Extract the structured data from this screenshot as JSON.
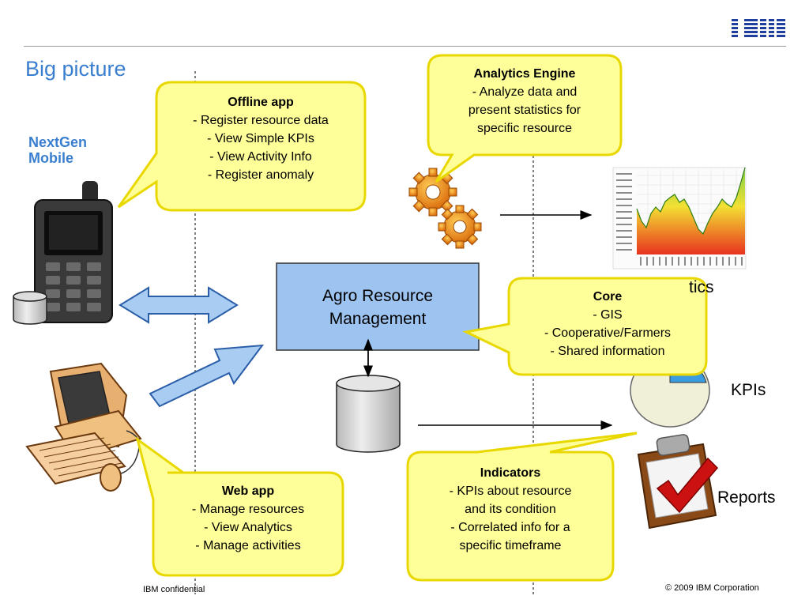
{
  "header": {
    "title": "Big picture",
    "logo_text": "IBM"
  },
  "nextgen_label": [
    "NextGen",
    "Mobile"
  ],
  "center_box": {
    "lines": [
      "Agro Resource",
      "Management"
    ]
  },
  "callouts": {
    "offline": {
      "title": "Offline app",
      "items": [
        "- Register resource data",
        "- View Simple KPIs",
        "- View Activity Info",
        "- Register anomaly"
      ]
    },
    "analytics": {
      "title": "Analytics Engine",
      "items": [
        "- Analyze data and",
        "present statistics for",
        "specific resource"
      ]
    },
    "core": {
      "title": "Core",
      "items": [
        "- GIS",
        "- Cooperative/Farmers",
        "- Shared information"
      ]
    },
    "web": {
      "title": "Web app",
      "items": [
        "- Manage resources",
        "- View Analytics",
        "- Manage activities"
      ]
    },
    "indicators": {
      "title": "Indicators",
      "items": [
        "- KPIs about resource",
        "and its condition",
        "- Correlated info for a",
        "specific timeframe"
      ]
    }
  },
  "outputs": {
    "analytics_fragment": "tics",
    "kpis": "KPIs",
    "reports": "Reports"
  },
  "footer": {
    "left": "IBM confidential",
    "right": "© 2009 IBM Corporation"
  },
  "colors": {
    "title_blue": "#3a7fcf",
    "callout_fill": "#ffff99",
    "callout_border": "#e8d800",
    "box_fill": "#9dc3f0",
    "gear": "#e07a10",
    "check": "#cc1111"
  }
}
